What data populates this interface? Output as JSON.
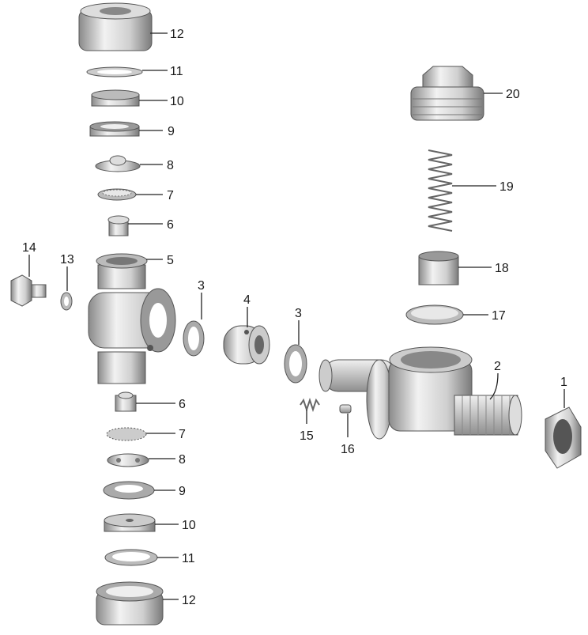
{
  "diagram": {
    "type": "exploded-parts-view",
    "callouts": [
      "12",
      "11",
      "10",
      "9",
      "8",
      "7",
      "6",
      "5",
      "14",
      "13",
      "3",
      "4",
      "3",
      "6",
      "7",
      "8",
      "9",
      "10",
      "11",
      "12",
      "15",
      "16",
      "2",
      "1",
      "17",
      "18",
      "19",
      "20"
    ]
  },
  "colors": {
    "part_light": "#e8e8e8",
    "part_mid": "#b8b8b8",
    "part_dark": "#7a7a7a",
    "leader": "#222222"
  }
}
